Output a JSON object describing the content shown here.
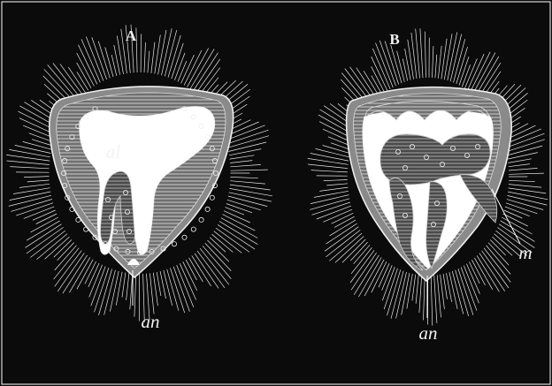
{
  "figure": {
    "panels": [
      {
        "id": "A",
        "label": "A",
        "annotations": {
          "upper": "al",
          "lower": "an"
        }
      },
      {
        "id": "B",
        "label": "B",
        "annotations": {
          "lower": "an",
          "side": "m"
        }
      }
    ]
  }
}
